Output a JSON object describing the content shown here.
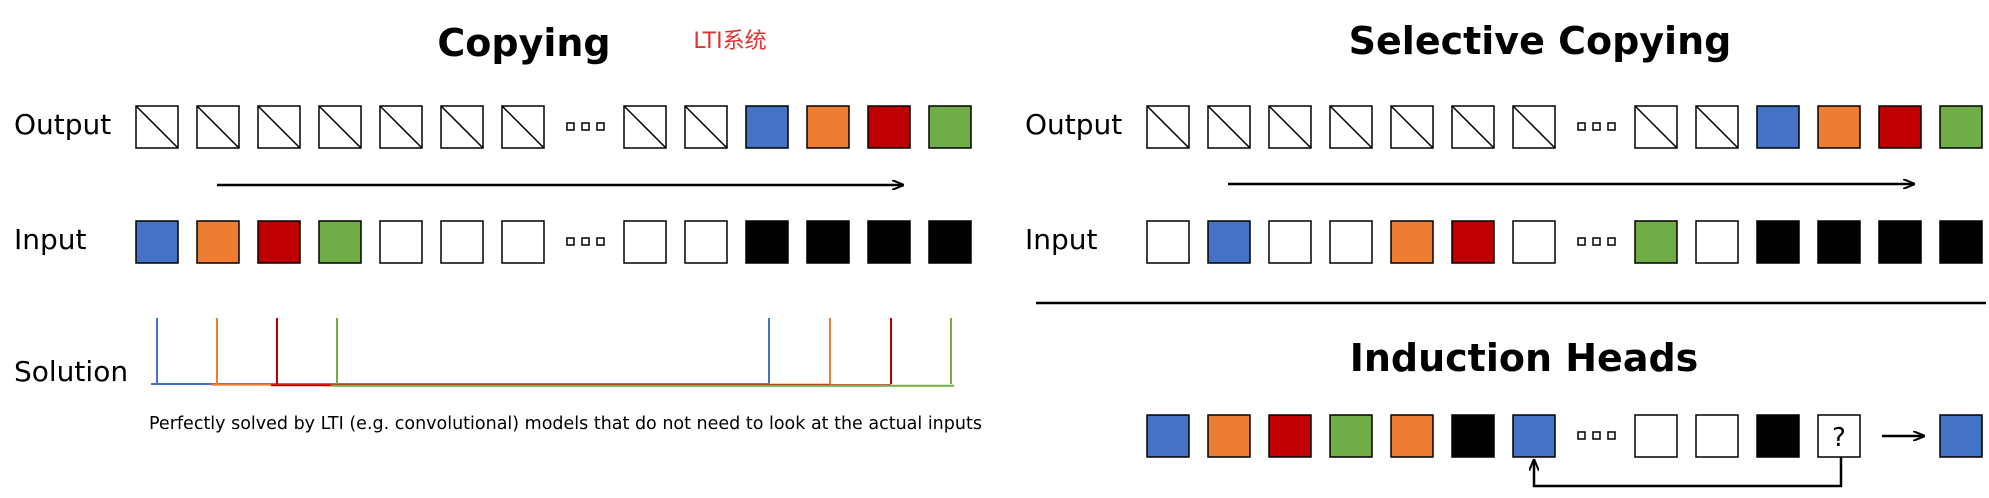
{
  "colors": {
    "blue": "#4472c4",
    "orange": "#ed7d31",
    "red": "#c00000",
    "green": "#70ad47",
    "black": "#000000",
    "annotation": "#e03030"
  },
  "copying": {
    "title": "Copying",
    "annotation": "LTI系统",
    "output_label": "Output",
    "input_label": "Input",
    "solution_label": "Solution",
    "caption": "Perfectly solved by LTI (e.g. convolutional) models that do not need to look at the actual inputs",
    "output_tokens": [
      "pad",
      "pad",
      "pad",
      "pad",
      "pad",
      "pad",
      "pad",
      "dots",
      "pad",
      "pad",
      "blue",
      "orange",
      "red",
      "green"
    ],
    "input_tokens": [
      "blue",
      "orange",
      "red",
      "green",
      "empty",
      "empty",
      "empty",
      "dots",
      "empty",
      "empty",
      "black",
      "black",
      "black",
      "black"
    ],
    "solution_kernels": [
      "blue",
      "orange",
      "red",
      "green"
    ]
  },
  "selective": {
    "title": "Selective Copying",
    "output_label": "Output",
    "input_label": "Input",
    "output_tokens": [
      "pad",
      "pad",
      "pad",
      "pad",
      "pad",
      "pad",
      "pad",
      "dots",
      "pad",
      "pad",
      "blue",
      "orange",
      "red",
      "green"
    ],
    "input_tokens": [
      "empty",
      "blue",
      "empty",
      "empty",
      "orange",
      "red",
      "empty",
      "dots",
      "green",
      "empty",
      "black",
      "black",
      "black",
      "black"
    ]
  },
  "induction": {
    "title": "Induction Heads",
    "tokens": [
      "blue",
      "orange",
      "red",
      "green",
      "orange",
      "black",
      "blue",
      "dots",
      "empty",
      "empty",
      "black",
      "query"
    ],
    "query_symbol": "?",
    "answer_token": "blue"
  }
}
